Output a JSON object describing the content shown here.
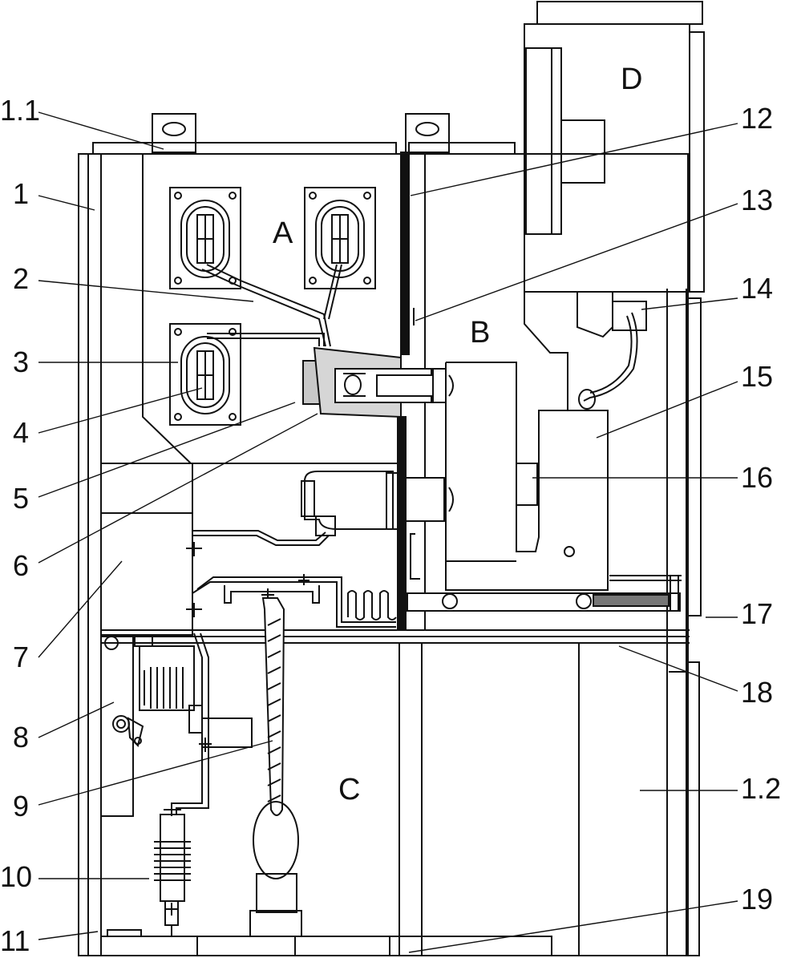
{
  "zones": {
    "A": "A",
    "B": "B",
    "C": "C",
    "D": "D"
  },
  "labels": {
    "l1_1": "1.1",
    "l1": "1",
    "l2": "2",
    "l3": "3",
    "l4": "4",
    "l5": "5",
    "l6": "6",
    "l7": "7",
    "l8": "8",
    "l9": "9",
    "l10": "10",
    "l11": "11",
    "l12": "12",
    "l13": "13",
    "l14": "14",
    "l15": "15",
    "l16": "16",
    "l17": "17",
    "l18": "18",
    "l1_2": "1.2",
    "l19": "19"
  }
}
